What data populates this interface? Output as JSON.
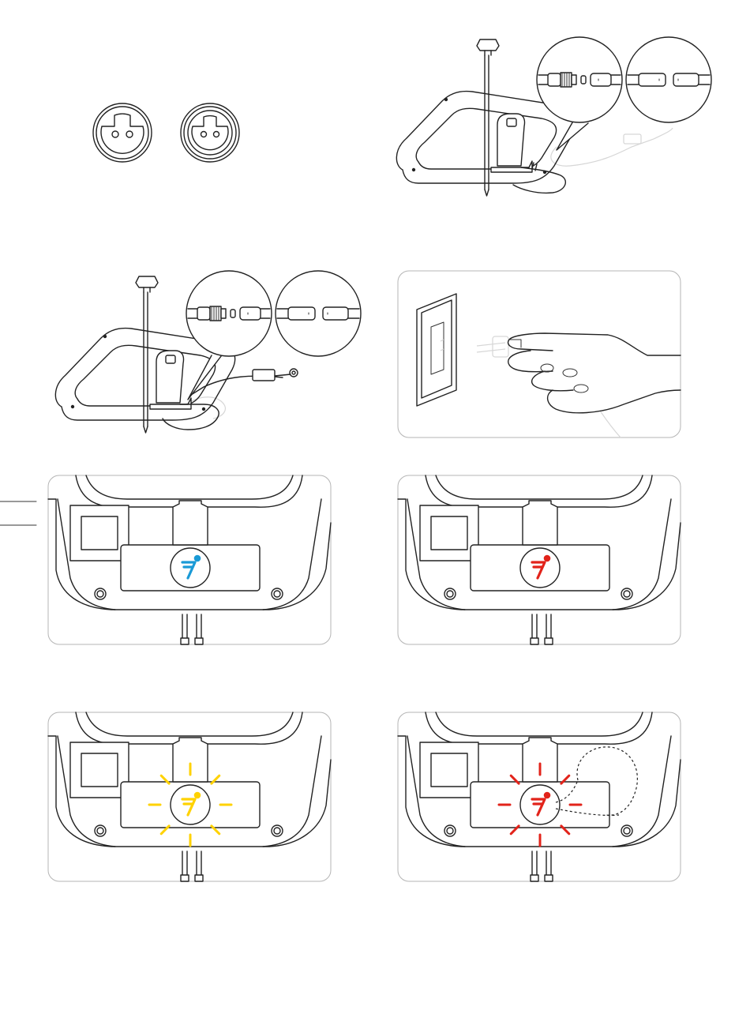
{
  "colors": {
    "line": "#222222",
    "frame": "#b5b5b5",
    "led_blue": "#1a9ad6",
    "led_red": "#e2231a",
    "led_yellow": "#ffd200"
  },
  "panels": [
    {
      "id": "sockets",
      "icons": [
        "socket-icon",
        "socket-icon"
      ]
    },
    {
      "id": "connect-cable-top",
      "icons": [
        "charging-station-icon",
        "connector-zoom-icon"
      ]
    },
    {
      "id": "connect-cable-left",
      "icons": [
        "charging-station-icon",
        "connector-zoom-icon"
      ]
    },
    {
      "id": "plug-in",
      "icons": [
        "wall-outlet-icon",
        "hand-with-plug-icon"
      ]
    },
    {
      "id": "status-blue",
      "led": "steady",
      "led_color": "#1a9ad6",
      "icons": [
        "segway-logo-icon"
      ]
    },
    {
      "id": "status-red",
      "led": "steady",
      "led_color": "#e2231a",
      "icons": [
        "segway-logo-icon"
      ]
    },
    {
      "id": "status-yellow-flash",
      "led": "flashing",
      "led_color": "#ffd200",
      "icons": [
        "segway-logo-icon"
      ]
    },
    {
      "id": "status-red-flash",
      "led": "flashing",
      "led_color": "#e2231a",
      "icons": [
        "segway-logo-icon",
        "callout-bubble-icon"
      ]
    }
  ]
}
